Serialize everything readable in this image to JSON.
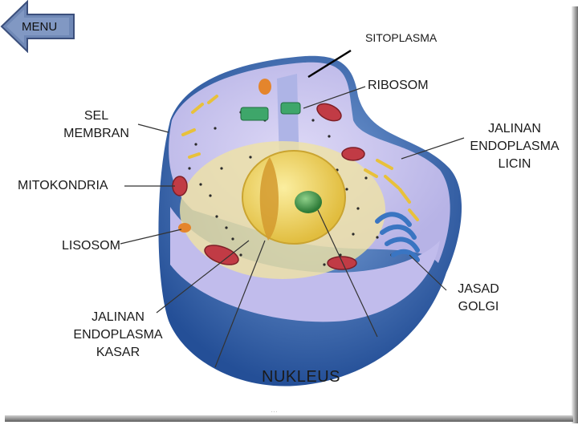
{
  "menu": {
    "label": "MENU"
  },
  "labels": {
    "sitoplasma": "SITOPLASMA",
    "ribosom": "RIBOSOM",
    "sel_membran": "SEL\nMEMBRAN",
    "jalinan_licin": "JALINAN\nENDOPLASMA\nLICIN",
    "mitokondria": "MITOKONDRIA",
    "lisosom": "LISOSOM",
    "jasad_golgi": "JASAD\nGOLGI",
    "jalinan_kasar": "JALINAN\nENDOPLASMA\nKASAR",
    "nukleus": "NUKLEUS"
  },
  "footer": {
    "text": "…"
  },
  "colors": {
    "membrane_blue": "#3f6fb5",
    "cytoplasm_lavender": "#c9c6ee",
    "nucleus_yellow": "#f0d96a",
    "nucleolus_green": "#3e9a48",
    "mitochondria_red": "#b8333d",
    "golgi_blue": "#4a88cf",
    "menu_arrow": "#6f88b6"
  }
}
